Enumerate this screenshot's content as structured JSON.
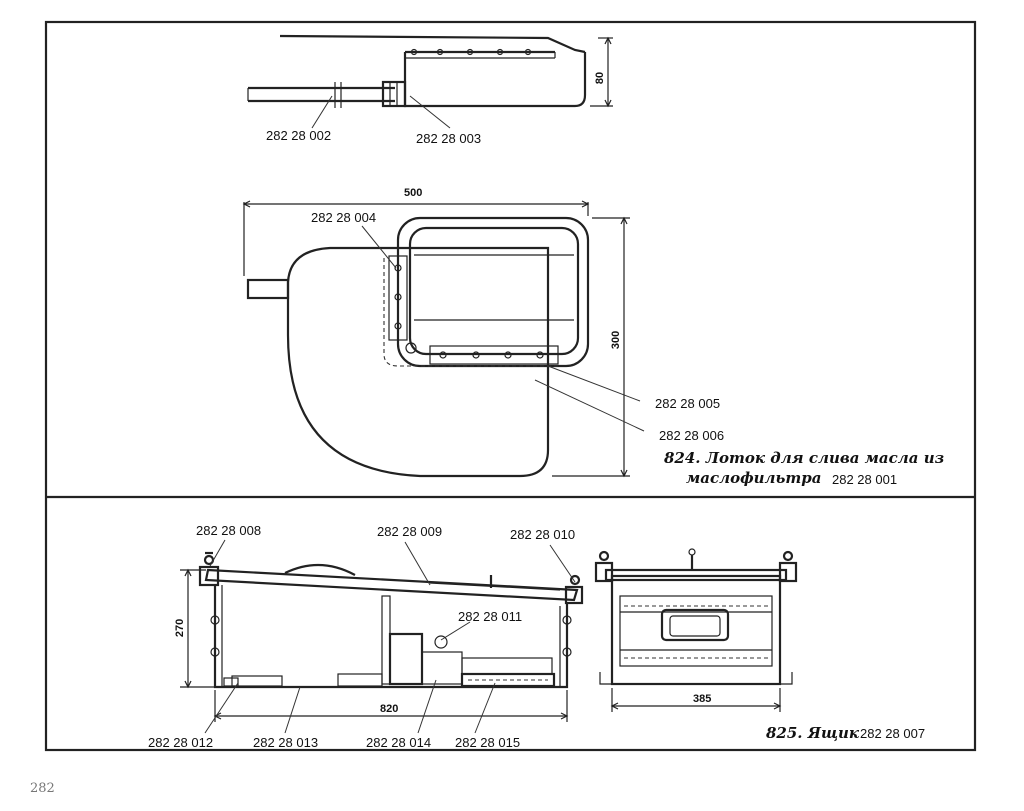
{
  "fig824": {
    "parts_top": [
      "282 28 002",
      "282 28 003"
    ],
    "parts_plan": [
      "282 28 004",
      "282 28 005",
      "282 28 006"
    ],
    "dims": {
      "height": "80",
      "length": "500",
      "width": "300"
    },
    "caption_line1": "824. Лоток для слива масла из",
    "caption_line2": "маслофильтра",
    "caption_code": "282 28 001"
  },
  "fig825": {
    "parts_top": [
      "282 28 008",
      "282 28 009",
      "282 28 010",
      "282 28 011"
    ],
    "parts_bottom": [
      "282 28 012",
      "282 28 013",
      "282 28 014",
      "282 28 015"
    ],
    "dims": {
      "height": "270",
      "length": "820",
      "width": "385"
    },
    "caption_title": "825. Ящик",
    "caption_code": "282 28 007"
  },
  "page_number": "282"
}
